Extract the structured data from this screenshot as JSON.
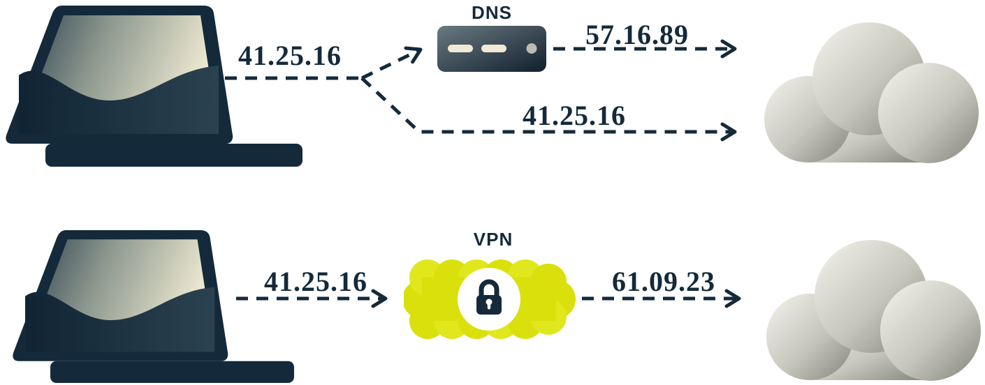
{
  "diagram": {
    "colors": {
      "ink": "#142A3B",
      "lime": "#D9E00B",
      "cream": "#EFE9D6",
      "cloud_light": "#F5F4ED",
      "cloud_dark": "#82837B"
    },
    "top_flow": {
      "request_label": "41.25.16",
      "server_label": "DNS",
      "resolved_label": "57.16.89",
      "direct_label": "41.25.16"
    },
    "bottom_flow": {
      "request_label": "41.25.16",
      "server_label": "VPN",
      "masked_label": "61.09.23"
    }
  }
}
